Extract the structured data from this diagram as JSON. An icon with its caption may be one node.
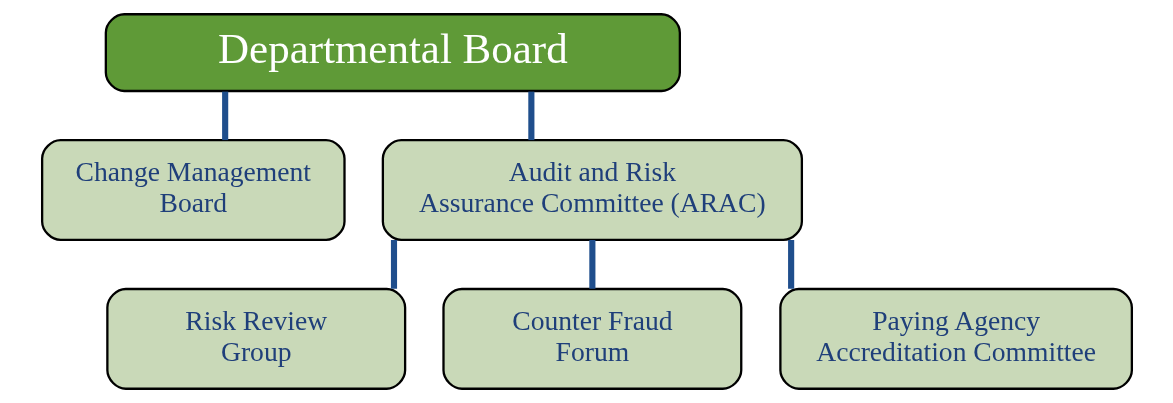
{
  "diagram": {
    "nodes": [
      {
        "text": [
          "Departmental Board"
        ]
      },
      {
        "text": [
          "Change Management Board"
        ]
      },
      {
        "text": [
          "Audit and Risk Assurance Committee (ARAC)"
        ]
      },
      {
        "text": [
          "Risk Review Group"
        ]
      },
      {
        "text": [
          "Counter Fraud Forum"
        ]
      },
      {
        "text": [
          "Paying Agency Accreditation Committee"
        ]
      }
    ],
    "edges": [
      {
        "from": 0,
        "to": 1,
        "arrow": "none"
      },
      {
        "from": 0,
        "to": 2,
        "arrow": "none"
      },
      {
        "from": 2,
        "to": 3,
        "arrow": "none"
      },
      {
        "from": 2,
        "to": 4,
        "arrow": "none"
      },
      {
        "from": 2,
        "to": 5,
        "arrow": "none"
      }
    ]
  }
}
